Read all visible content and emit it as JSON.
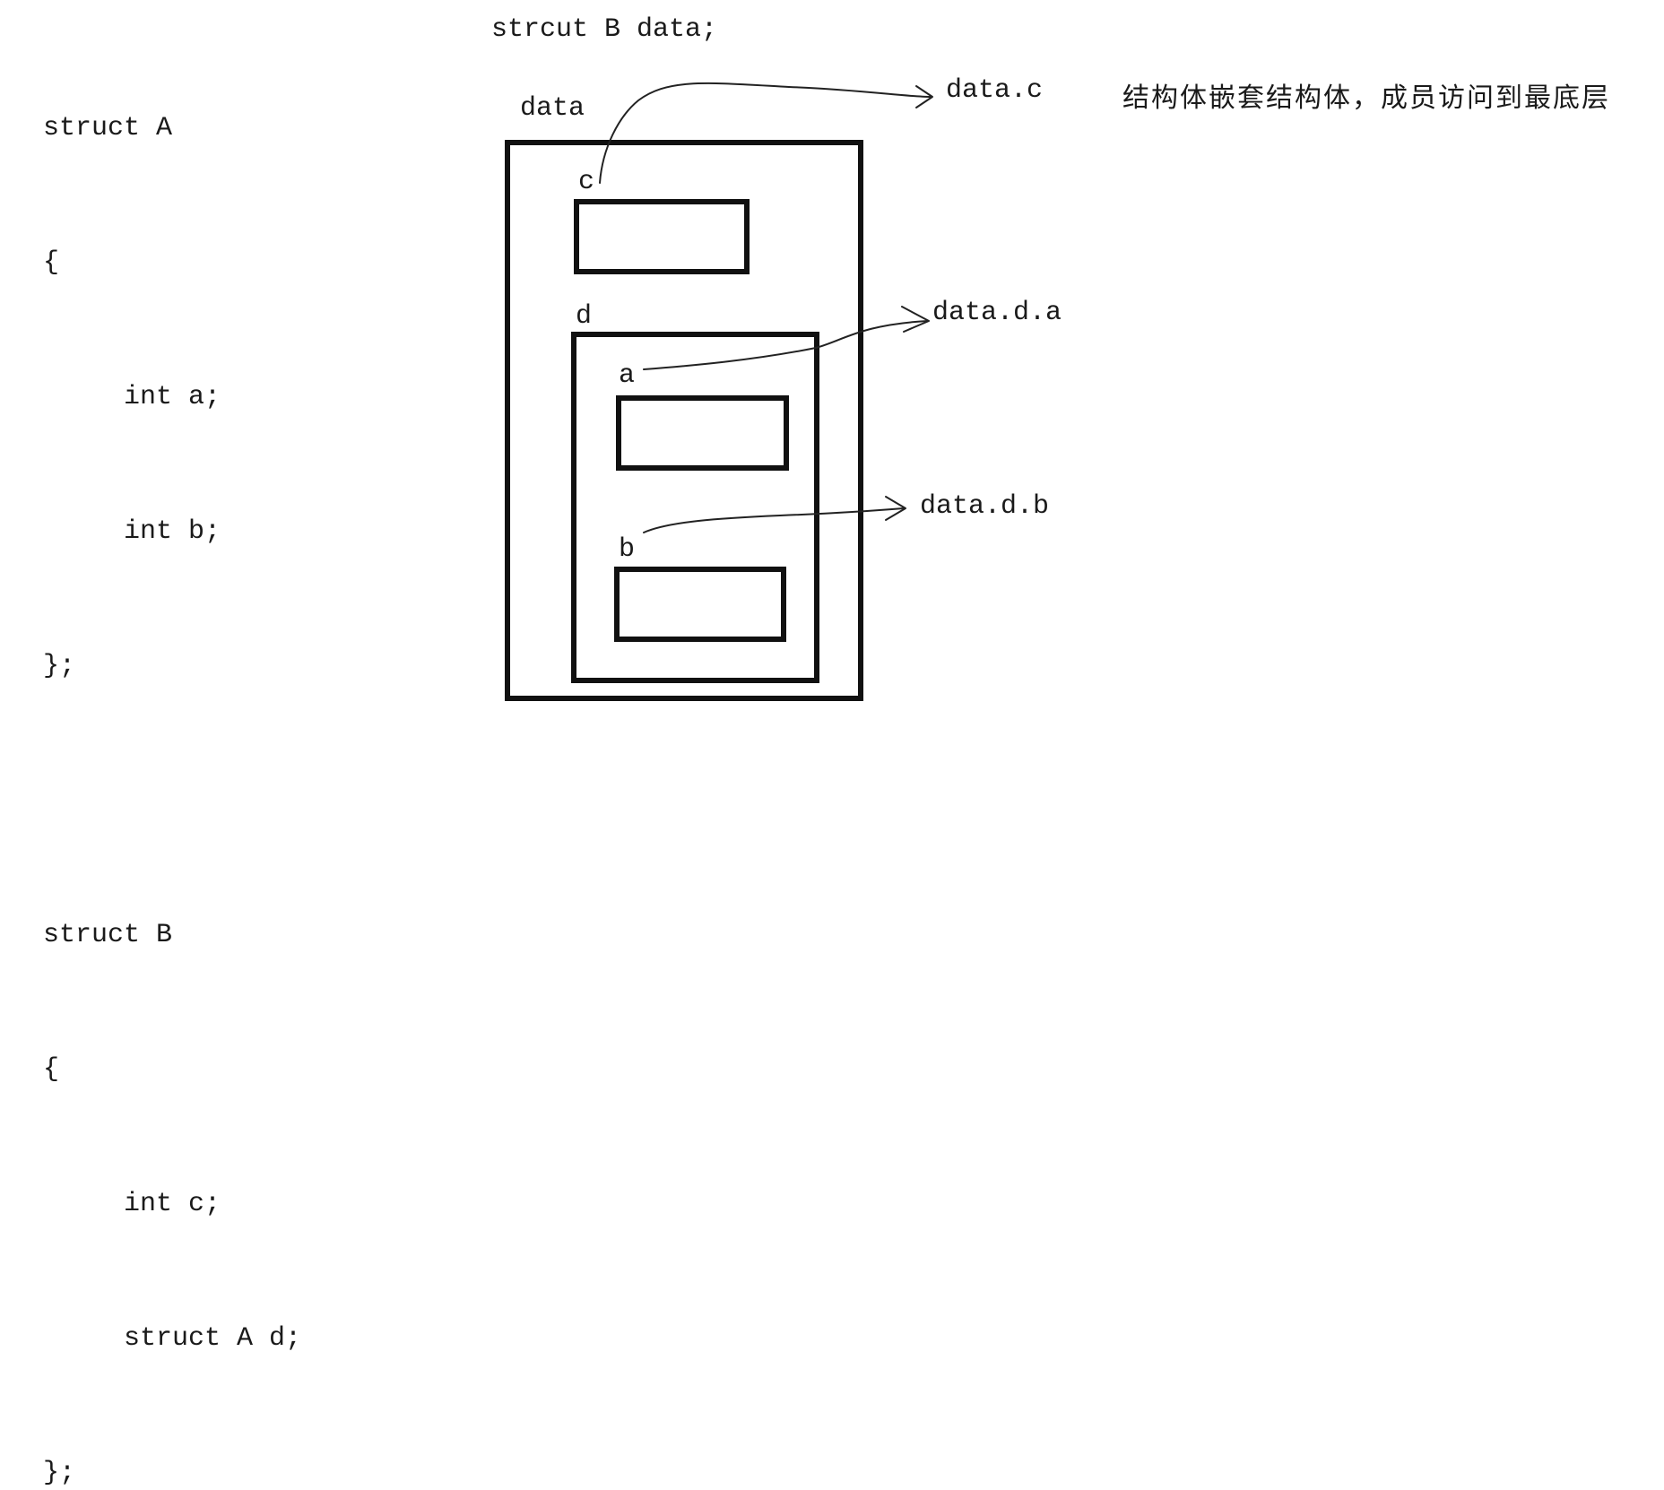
{
  "code": {
    "struct_a": [
      "struct A",
      "{",
      "     int a;",
      "     int b;",
      "};"
    ],
    "struct_b": [
      "struct B",
      "{",
      "     int c;",
      "     struct A d;",
      "};"
    ]
  },
  "declaration": "strcut B data;",
  "diagram": {
    "outer_label": "data",
    "member_c_label": "c",
    "member_d_label": "d",
    "member_a_label": "a",
    "member_b_label": "b",
    "access_c": "data.c",
    "access_d_a": "data.d.a",
    "access_d_b": "data.d.b"
  },
  "note": "结构体嵌套结构体，成员访问到最底层"
}
